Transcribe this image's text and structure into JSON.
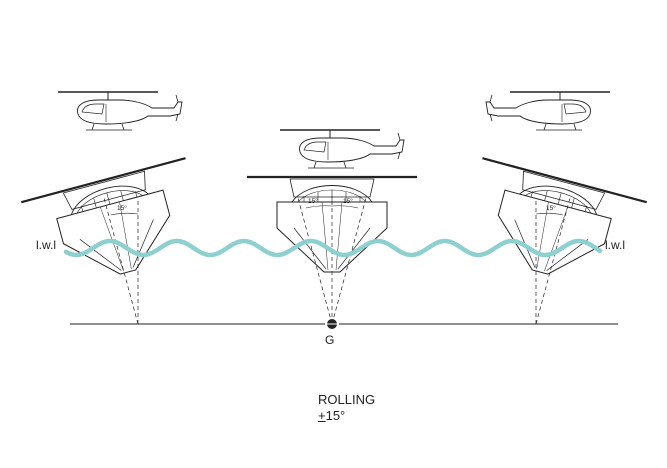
{
  "labels": {
    "waterline_left": "l.w.l",
    "waterline_right": "l.w.l",
    "center_of_gravity": "G",
    "title": "ROLLING",
    "angle_sign": "+",
    "angle_value": "15°"
  },
  "angle_marks": {
    "left_ship": "15°",
    "center_ship_left": "15°",
    "center_ship_right": "15°",
    "right_ship": "15°"
  },
  "colors": {
    "wave": "#8ecfcf",
    "lines": "#222222"
  }
}
